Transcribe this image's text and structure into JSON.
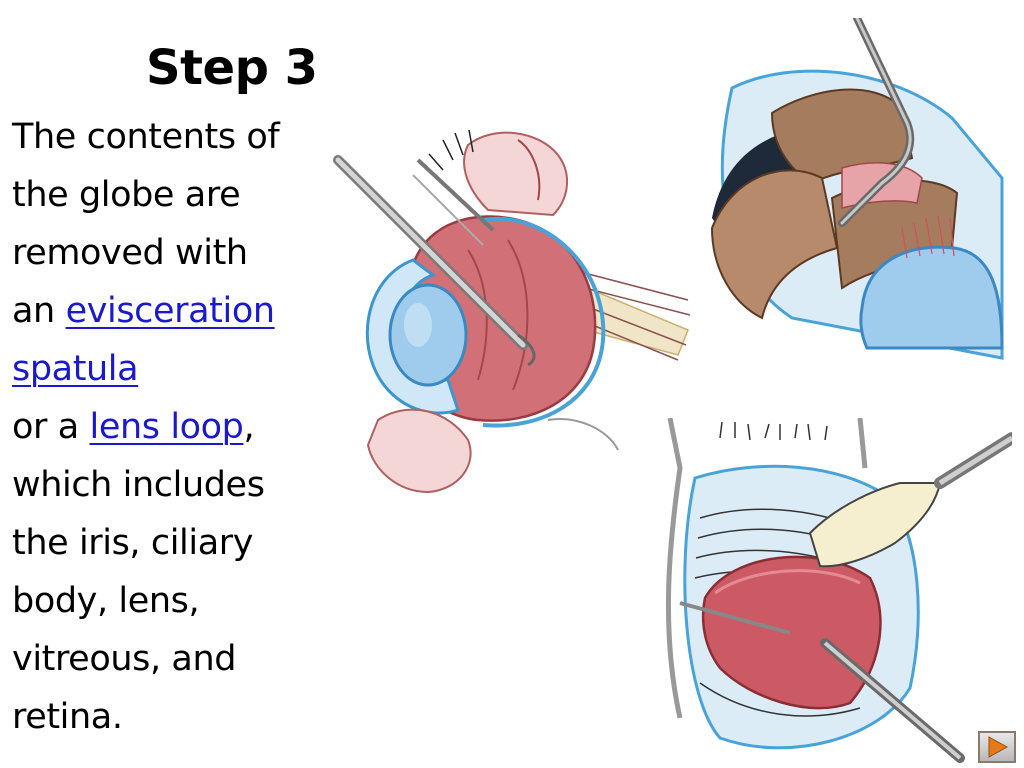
{
  "slide": {
    "title": "Step 3",
    "lines": [
      {
        "text": "The contents of"
      },
      {
        "text": "the globe are"
      },
      {
        "text": "removed with"
      },
      {
        "prefix": "an ",
        "link": "evisceration"
      },
      {
        "link": "spatula"
      },
      {
        "prefix": "or a ",
        "link": "lens loop",
        "suffix": ","
      },
      {
        "text": "which includes"
      },
      {
        "text": "the iris, ciliary"
      },
      {
        "text": "body, lens,"
      },
      {
        "text": "vitreous, and"
      },
      {
        "text": "retina."
      }
    ]
  },
  "colors": {
    "link": "#1a1acc",
    "tissue_red": "#c9606a",
    "cornea_blue": "#8ec6e8",
    "sclera_light": "#dcecf7",
    "skin_brown": "#a57c5e"
  },
  "icons": {
    "next": "play-next-icon"
  }
}
